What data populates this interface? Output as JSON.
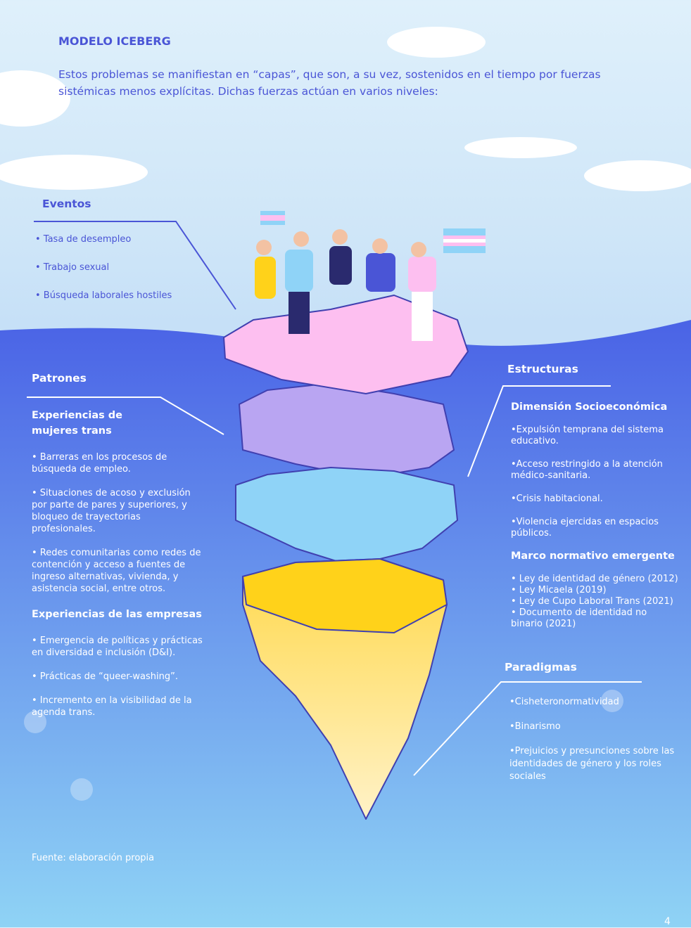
{
  "header": {
    "title": "MODELO ICEBERG",
    "intro": "Estos problemas se manifiestan en “capas”, que son, a su vez, sostenidos en el tiempo por fuerzas sistémicas menos explícitas. Dichas fuerzas actúan en varios niveles:"
  },
  "eventos": {
    "title": "Eventos",
    "items": [
      "• Tasa de desempleo",
      "• Trabajo sexual",
      "• Búsqueda laborales hostiles"
    ]
  },
  "patrones": {
    "title": "Patrones",
    "sub1": "Experiencias de mujeres trans",
    "items1": [
      "•  Barreras en los procesos  de búsqueda de empleo.",
      "• Situaciones de acoso y exclusión por parte de pares y superiores, y bloqueo de trayectorias profesionales.",
      "• Redes comunitarias como redes de contención y acceso a fuentes de ingreso alternativas, vivienda, y asistencia social, entre otros."
    ],
    "sub2": "Experiencias de las empresas",
    "items2": [
      "• Emergencia de políticas y prácticas en diversidad e inclusión (D&I).",
      "• Prácticas de “queer-washing”.",
      "• Incremento en la visibilidad de la agenda trans."
    ]
  },
  "estructuras": {
    "title": "Estructuras",
    "sub1": "Dimensión Socioeconómica",
    "items1": [
      "•Expulsión temprana del sistema educativo.",
      "•Acceso restringido a la atención médico-sanitaria.",
      "•Crisis habitacional.",
      "•Violencia ejercidas en espacios públicos."
    ],
    "sub2": "Marco normativo emergente",
    "items2": [
      "• Ley de identidad de género (2012)",
      "• Ley Micaela (2019)",
      "• Ley de Cupo Laboral Trans (2021)",
      "• Documento de identidad no binario (2021)"
    ]
  },
  "paradigmas": {
    "title": "Paradigmas",
    "items": [
      "•Cisheteronormatividad",
      "•Binarismo",
      "•Prejuicios y presunciones sobre las identidades de género y los roles sociales"
    ]
  },
  "footer": {
    "source": "Fuente: elaboración propia",
    "page": "4"
  },
  "colors": {
    "title": "#4a55d6",
    "sea_top": "#4a63e6",
    "sea_bottom": "#8fd0f5",
    "layer1": "#fdbff0",
    "layer2": "#b9a5f2",
    "layer3": "#8fd3f7",
    "layer4": "#ffd21a"
  }
}
